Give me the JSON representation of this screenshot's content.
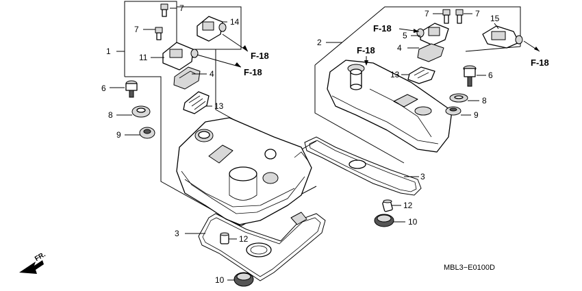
{
  "callouts": {
    "c1": "1",
    "c2": "2",
    "c3a": "3",
    "c3b": "3",
    "c4a": "4",
    "c4b": "4",
    "c5": "5",
    "c6a": "6",
    "c6b": "6",
    "c7a": "7",
    "c7b": "7",
    "c7c": "7",
    "c7d": "7",
    "c8a": "8",
    "c8b": "8",
    "c9a": "9",
    "c9b": "9",
    "c10a": "10",
    "c10b": "10",
    "c11": "11",
    "c12a": "12",
    "c12b": "12",
    "c13a": "13",
    "c13b": "13",
    "c14": "14",
    "c15": "15"
  },
  "refs": {
    "r1": "F-18",
    "r2": "F-18",
    "r3": "F-18",
    "r4": "F-18",
    "r5": "F-18"
  },
  "front_label": "FR.",
  "diagram_code": "MBL3−E0100D"
}
